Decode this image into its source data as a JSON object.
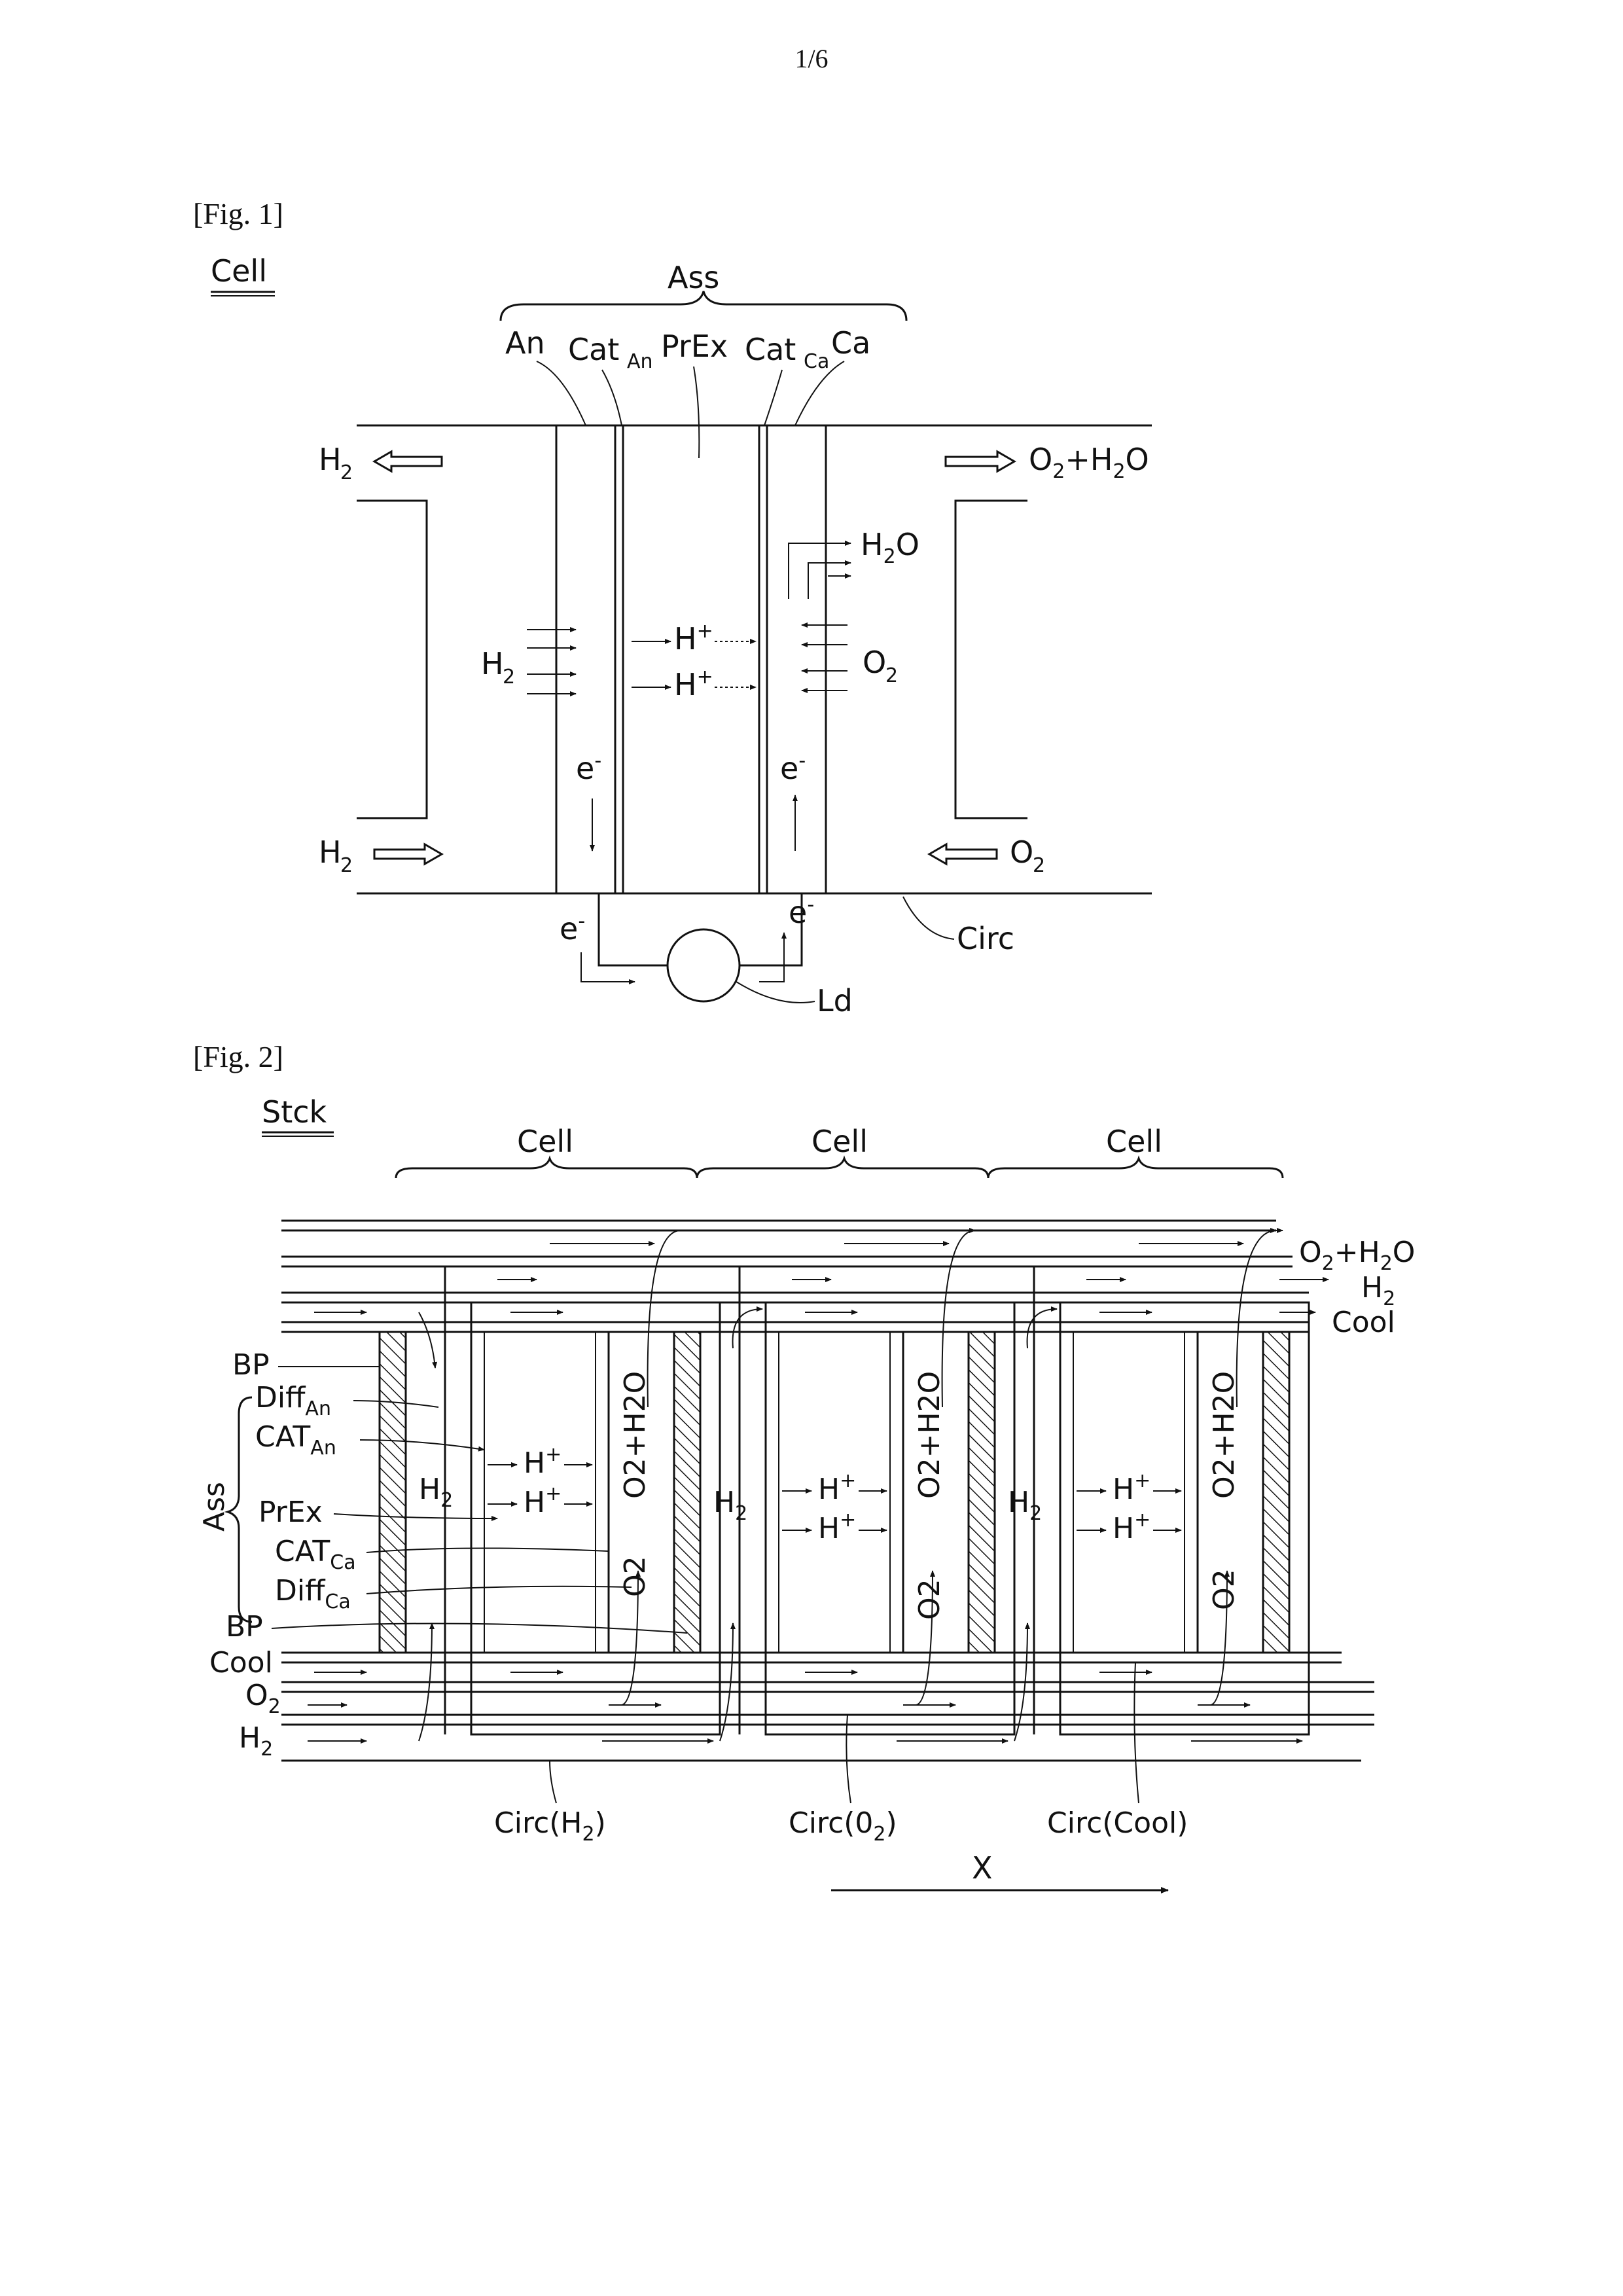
{
  "page": {
    "number": "1/6"
  },
  "fig1": {
    "label": "[Fig. 1]",
    "title": "Cell",
    "ass": "Ass",
    "an": "An",
    "cat_an": "Cat",
    "cat_an_sub": "An",
    "prex": "PrEx",
    "cat_ca": "Cat",
    "cat_ca_sub": "Ca",
    "ca": "Ca",
    "h2": "H",
    "h2_sub": "2",
    "o2": "O",
    "o2_sub": "2",
    "h2o_h": "H",
    "h2o_sub": "2",
    "h2o_o": "O",
    "hplus": "H",
    "hplus_sup": "+",
    "eminus": "e",
    "eminus_sup": "-",
    "o2h2o_a": "O",
    "o2h2o_b": "+H",
    "o2h2o_c": "O",
    "circ": "Circ",
    "ld": "Ld"
  },
  "fig2": {
    "label": "[Fig. 2]",
    "title": "Stck",
    "cell": "Cell",
    "o2h2o_a": "O",
    "o2h2o_b": "+H",
    "o2h2o_c": "O",
    "out_h2": "H",
    "out_h2_sub": "2",
    "cool": "Cool",
    "bp": "BP",
    "diff": "Diff",
    "diff_an_sub": "An",
    "cat": "CAT",
    "cat_an_sub": "An",
    "ass": "Ass",
    "prex": "PrEx",
    "cat_ca_sub": "Ca",
    "diff_ca_sub": "Ca",
    "in_o2": "O",
    "in_o2_sub": "2",
    "in_h2": "H",
    "in_h2_sub": "2",
    "hplus": "H",
    "hplus_sup": "+",
    "h2": "H",
    "h2_sub": "2",
    "o2": "O",
    "o2_sub": "2",
    "vert_o2h2o": "O2+H2O",
    "vert_o2": "O2",
    "circ_h2": "Circ(H",
    "circ_h2_sub": "2",
    "circ_h2_end": ")",
    "circ_o2": "Circ(0",
    "circ_o2_sub": "2",
    "circ_o2_end": ")",
    "circ_cool": "Circ(Cool)",
    "x": "X"
  }
}
